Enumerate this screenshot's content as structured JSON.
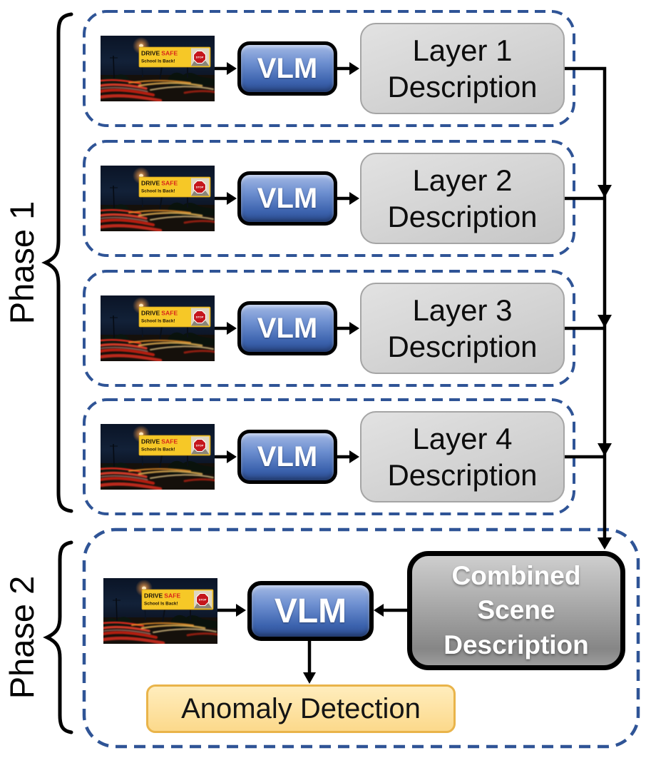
{
  "diagram": {
    "phase1_label": "Phase 1",
    "phase2_label": "Phase 2",
    "vlm_label": "VLM",
    "rows": [
      {
        "title": "Layer 1",
        "subtitle": "Description"
      },
      {
        "title": "Layer 2",
        "subtitle": "Description"
      },
      {
        "title": "Layer 3",
        "subtitle": "Description"
      },
      {
        "title": "Layer 4",
        "subtitle": "Description"
      }
    ],
    "combined": {
      "line1": "Combined",
      "line2": "Scene",
      "line3": "Description"
    },
    "anomaly_label": "Anomaly Detection",
    "billboard": {
      "word_black": "DRIVE",
      "word_red": "SAFE",
      "line2": "School Is Back!",
      "stop_sign": "STOP"
    },
    "colors": {
      "dashed_frame_blue": "#2F5496",
      "vlm_blue_top": "#A3B8E4",
      "vlm_blue_bottom": "#2C4C8F",
      "description_gray": "#D6D6D6",
      "combined_gray_top": "#CECECE",
      "combined_gray_bottom": "#868686",
      "anomaly_fill": "#FCD98B",
      "anomaly_border": "#E9B44A",
      "arrow_black": "#000000"
    }
  }
}
